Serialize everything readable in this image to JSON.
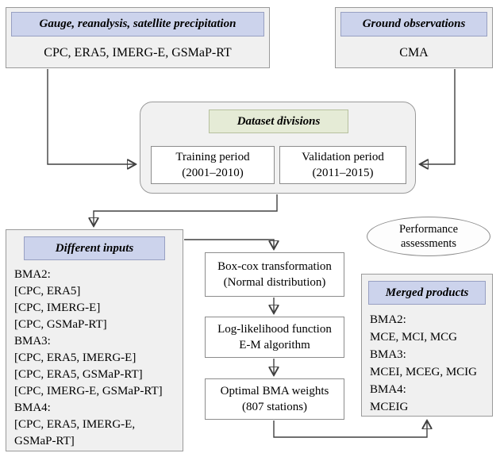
{
  "colors": {
    "header_lavender": "#ccd3ec",
    "header_green": "#e5ebd6",
    "box_gray": "#f0f0f0",
    "box_white": "#ffffff",
    "border": "#8c8c8c",
    "arrow": "#404040"
  },
  "top_left": {
    "header": "Gauge, reanalysis, satellite precipitation",
    "body": "CPC, ERA5, IMERG-E, GSMaP-RT"
  },
  "top_right": {
    "header": "Ground observations",
    "body": "CMA"
  },
  "dataset_divisions": {
    "header": "Dataset divisions",
    "training": {
      "line1": "Training period",
      "line2": "(2001–2010)"
    },
    "validation": {
      "line1": "Validation period",
      "line2": "(2011–2015)"
    }
  },
  "different_inputs": {
    "header": "Different inputs",
    "lines": [
      "BMA2:",
      "[CPC, ERA5]",
      "[CPC, IMERG-E]",
      "[CPC, GSMaP-RT]",
      "BMA3:",
      "[CPC, ERA5, IMERG-E]",
      "[CPC, ERA5, GSMaP-RT]",
      "[CPC, IMERG-E, GSMaP-RT]",
      "BMA4:",
      "[CPC, ERA5,  IMERG-E,",
      "GSMaP-RT]"
    ]
  },
  "process": {
    "box_cox": {
      "line1": "Box-cox transformation",
      "line2": "(Normal distribution)"
    },
    "log_likelihood": {
      "line1": "Log-likelihood function",
      "line2": "E-M algorithm"
    },
    "optimal_weights": {
      "line1": "Optimal BMA weights",
      "line2": "(807 stations)"
    }
  },
  "performance": {
    "line1": "Performance",
    "line2": "assessments"
  },
  "merged_products": {
    "header": "Merged products",
    "lines": [
      "BMA2:",
      "MCE, MCI, MCG",
      "BMA3:",
      "MCEI, MCEG, MCIG",
      "BMA4:",
      "MCEIG"
    ]
  }
}
